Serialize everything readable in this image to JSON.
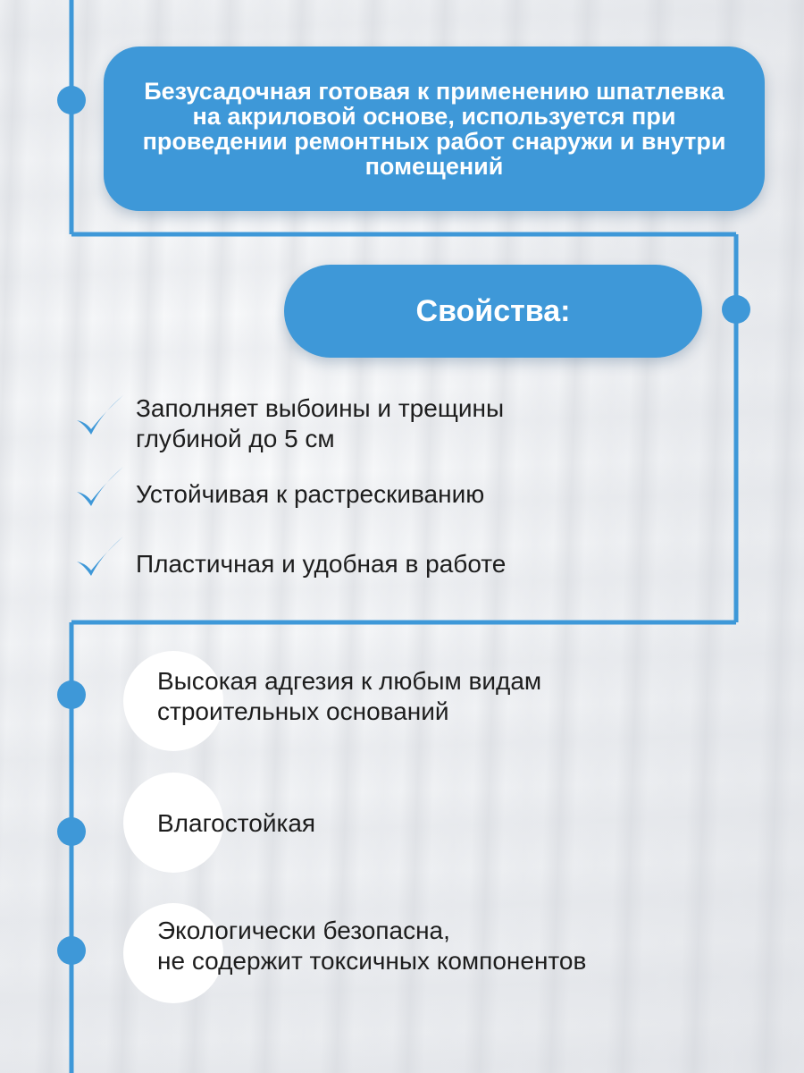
{
  "intro": {
    "text": "Безусадочная готовая к применению шпатлевка на акриловой основе, используется при проведении ремонтных работ снаружи и внутри помещений"
  },
  "properties_heading": "Свойства:",
  "check_items": [
    {
      "line1": "Заполняет выбоины и трещины",
      "line2": "глубиной до 5 см"
    },
    {
      "line1": "Устойчивая к растрескиванию",
      "line2": ""
    },
    {
      "line1": "Пластичная и удобная в работе",
      "line2": ""
    }
  ],
  "circle_items": [
    {
      "line1": "Высокая адгезия к любым видам",
      "line2": "строительных оснований"
    },
    {
      "line1": "Влагостойкая",
      "line2": ""
    },
    {
      "line1": "Экологически безопасна,",
      "line2": "не содержит токсичных компонентов"
    }
  ],
  "colors": {
    "accent": "#3e98d8",
    "text": "#1d1d1d",
    "circle": "#ffffff"
  },
  "icons": [
    "checkmark-icon",
    "timeline-dot-icon"
  ]
}
